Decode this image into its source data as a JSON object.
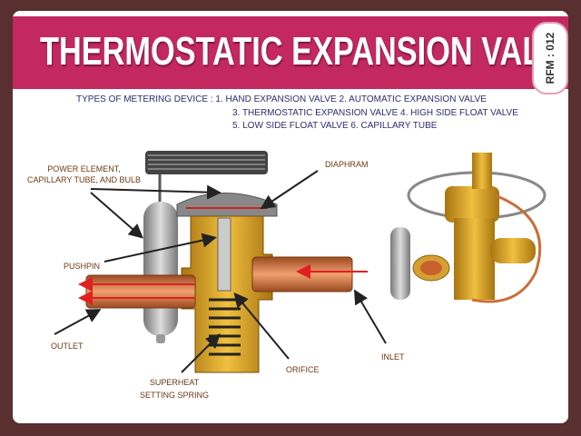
{
  "header": {
    "title": "THERMOSTATIC EXPANSION VALVE",
    "badge": "RFM : 012"
  },
  "types": {
    "line1": "TYPES OF METERING DEVICE :  1. HAND EXPANSION VALVE   2. AUTOMATIC EXPANSION VALVE",
    "line2": "3. THERMOSTATIC EXPANSION VALVE   4. HIGH SIDE FLOAT VALVE",
    "line3": "5. LOW SIDE FLOAT VALVE   6. CAPILLARY TUBE"
  },
  "labels": {
    "power_element_1": "POWER ELEMENT,",
    "power_element_2": "CAPILLARY TUBE, AND BULB",
    "diaphram": "DIAPHRAM",
    "pushpin": "PUSHPIN",
    "outlet": "OUTLET",
    "inlet": "INLET",
    "orifice": "ORIFICE",
    "spring_1": "SUPERHEAT",
    "spring_2": "SETTING SPRING"
  },
  "colors": {
    "frame": "#5a2f2f",
    "banner": "#c3285f",
    "brass": "#d9a520",
    "copper": "#c8703a",
    "flow_arrow": "#e02020"
  }
}
